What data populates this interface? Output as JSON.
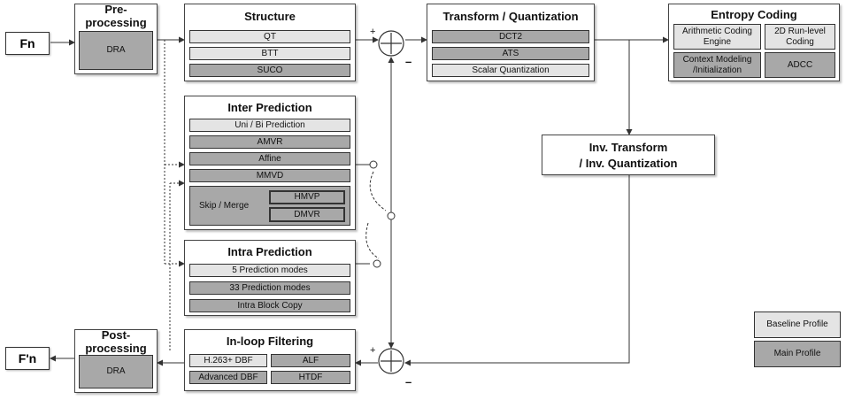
{
  "io": {
    "input": "Fn",
    "output": "F'n"
  },
  "preprocessing": {
    "title": "Pre-processing",
    "items": [
      "DRA"
    ]
  },
  "structure": {
    "title": "Structure",
    "items": [
      "QT",
      "BTT",
      "SUCO"
    ]
  },
  "transform": {
    "title": "Transform / Quantization",
    "items": [
      "DCT2",
      "ATS",
      "Scalar Quantization"
    ]
  },
  "entropy": {
    "title": "Entropy Coding",
    "items": [
      "Arithmetic Coding Engine",
      "2D Run-level Coding",
      "Context Modeling /Initialization",
      "ADCC"
    ]
  },
  "inter": {
    "title": "Inter Prediction",
    "items": [
      "Uni / Bi Prediction",
      "AMVR",
      "Affine",
      "MMVD"
    ],
    "skip_merge": "Skip / Merge",
    "sub_items": [
      "HMVP",
      "DMVR"
    ]
  },
  "inv": {
    "title_line1": "Inv. Transform",
    "title_line2": "/ Inv. Quantization"
  },
  "intra": {
    "title": "Intra Prediction",
    "items": [
      "5 Prediction modes",
      "33 Prediction modes",
      "Intra Block Copy"
    ]
  },
  "postprocessing": {
    "title": "Post-processing",
    "items": [
      "DRA"
    ]
  },
  "inloop": {
    "title": "In-loop Filtering",
    "items": [
      "H.263+ DBF",
      "ALF",
      "Advanced DBF",
      "HTDF"
    ]
  },
  "legend": {
    "baseline": "Baseline Profile",
    "main": "Main Profile"
  },
  "signs": {
    "top_plus": "+",
    "top_minus": "–",
    "bottom_plus": "+",
    "bottom_minus": "–"
  },
  "colors": {
    "baseline": "#e4e4e4",
    "main": "#a8a8a8",
    "line": "#333333"
  }
}
